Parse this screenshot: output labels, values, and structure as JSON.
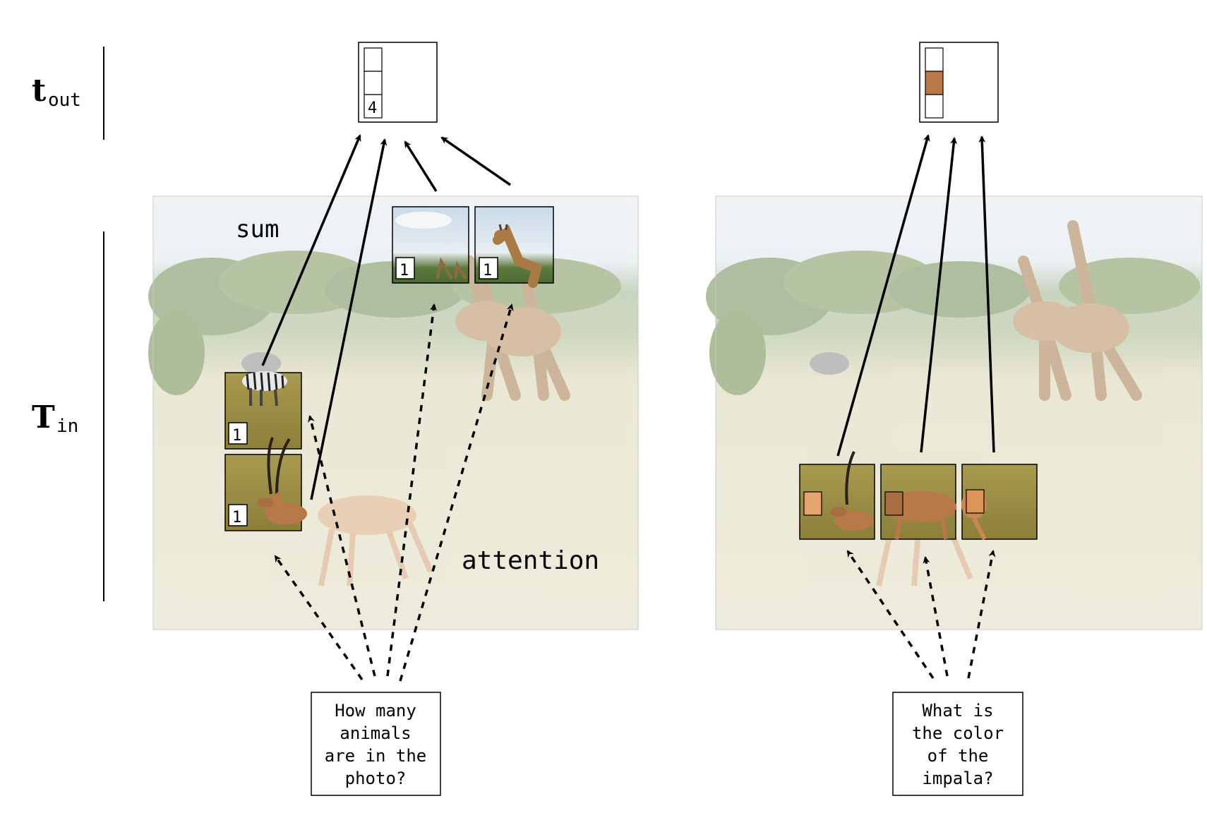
{
  "rows": {
    "top_label_main": "t",
    "top_label_sub": "out",
    "bottom_label_main": "T",
    "bottom_label_sub": "in"
  },
  "left_panel": {
    "word_sum": "sum",
    "word_attention": "attention",
    "output_vector": [
      "",
      "",
      "4"
    ],
    "patch_counts": [
      "1",
      "1",
      "1",
      "1"
    ],
    "question_lines": [
      "How many",
      "animals",
      "are in the",
      "photo?"
    ]
  },
  "right_panel": {
    "output_vector": [
      "",
      "",
      ""
    ],
    "question_lines": [
      "What is",
      "the color",
      "of the",
      "impala?"
    ]
  },
  "colors": {
    "impala_brown": "#b8784a",
    "impala_light": "#e3a46d",
    "impala_mid": "#a96f43",
    "impala_tan": "#dc9556",
    "sky": "#dfe7ee",
    "trees": "#6f8a4f",
    "grass": "#c9b873",
    "giraffe": "#a57a4c",
    "zebra": "#3a3a3a"
  }
}
